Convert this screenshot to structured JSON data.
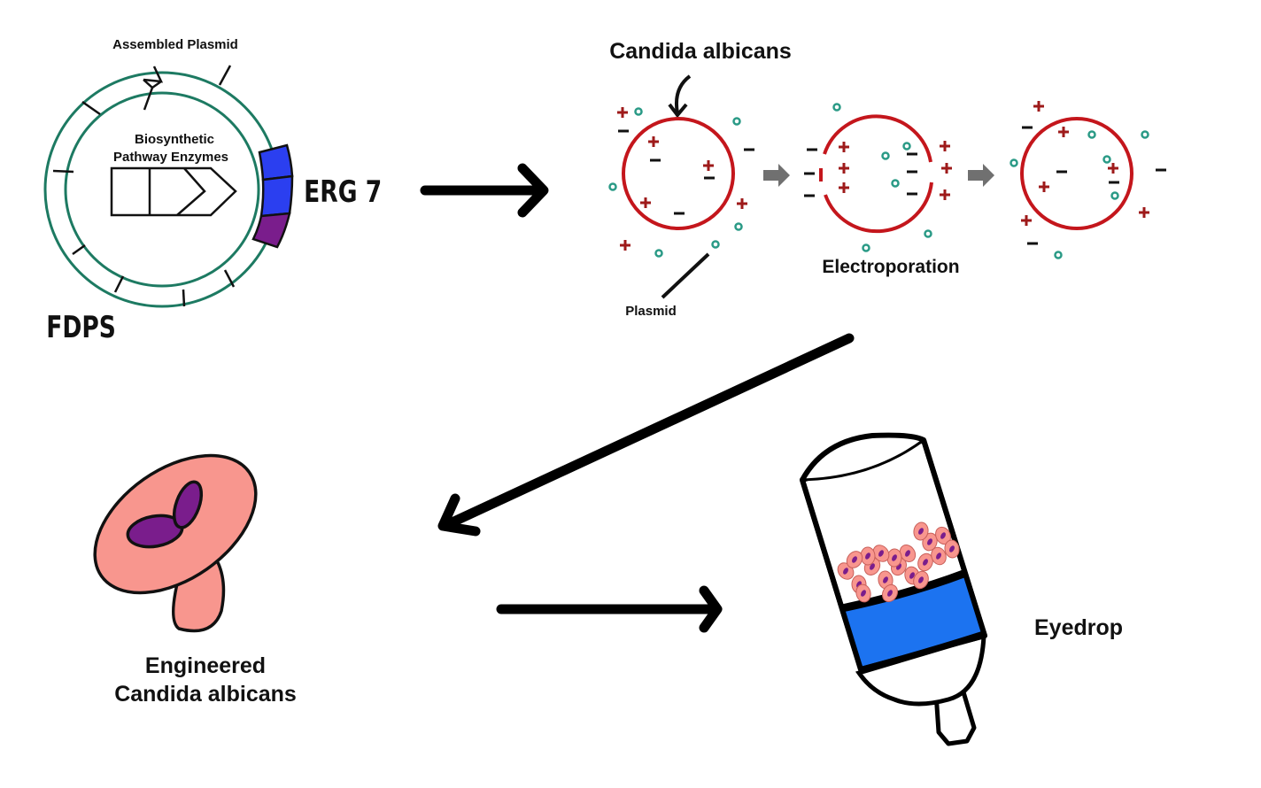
{
  "colors": {
    "plasmid_ring": "#1d7a62",
    "erg7_block": "#2b3ff0",
    "fdps_block": "#7a1d8c",
    "cell_membrane": "#c4161c",
    "charge_plus": "#9e1a1a",
    "charge_minus": "#111111",
    "plasmid_dot": "#2a9a86",
    "process_arrow": "#707070",
    "cell_body": "#f8968e",
    "nucleus": "#7a1d8c",
    "eyedrop_liquid": "#1c73f0"
  },
  "plasmid": {
    "title": "Assembled Plasmid",
    "inner_label_line1": "Biosynthetic",
    "inner_label_line2": "Pathway Enzymes",
    "gene_erg7": "ERG 7",
    "gene_fdps": "FDPS"
  },
  "electroporation": {
    "cell_label": "Candida albicans",
    "plasmid_label": "Plasmid",
    "process_label": "Electroporation"
  },
  "engineered": {
    "label_line1": "Engineered",
    "label_line2": "Candida albicans"
  },
  "eyedrop": {
    "label": "Eyedrop"
  }
}
